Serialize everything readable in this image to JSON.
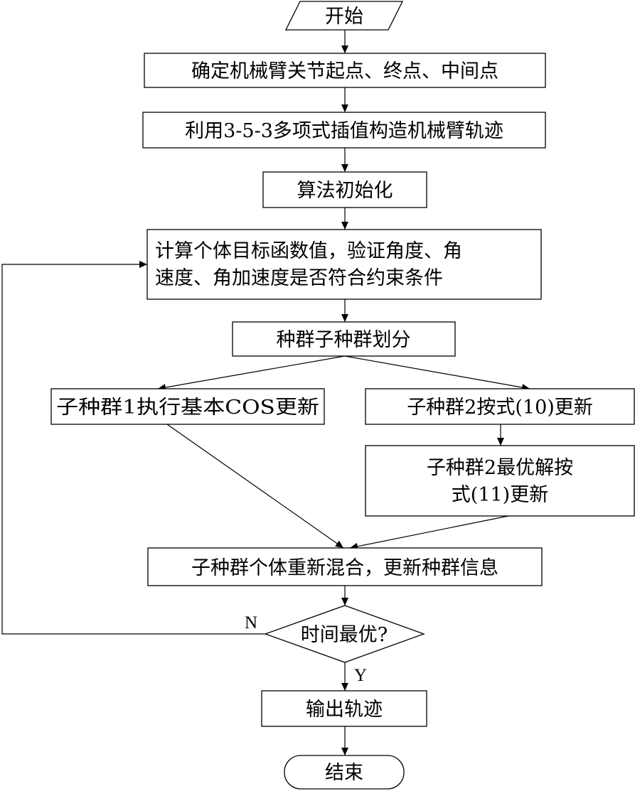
{
  "flowchart": {
    "start": "开始",
    "step_endpoints": "确定机械臂关节起点、终点、中间点",
    "step_trajectory": "利用3-5-3多项式插值构造机械臂轨迹",
    "step_init": "算法初始化",
    "step_evaluate_line1": "计算个体目标函数值，验证角度、角",
    "step_evaluate_line2": "速度、角加速度是否符合约束条件",
    "step_divide": "种群子种群划分",
    "step_sub1": "子种群1执行基本COS更新",
    "step_sub2": "子种群2按式(10)更新",
    "step_sub2_best_line1": "子种群2最优解按",
    "step_sub2_best_line2": "式(11)更新",
    "step_merge": "子种群个体重新混合，更新种群信息",
    "decision": "时间最优?",
    "label_no": "N",
    "label_yes": "Y",
    "step_output": "输出轨迹",
    "end": "结束"
  }
}
